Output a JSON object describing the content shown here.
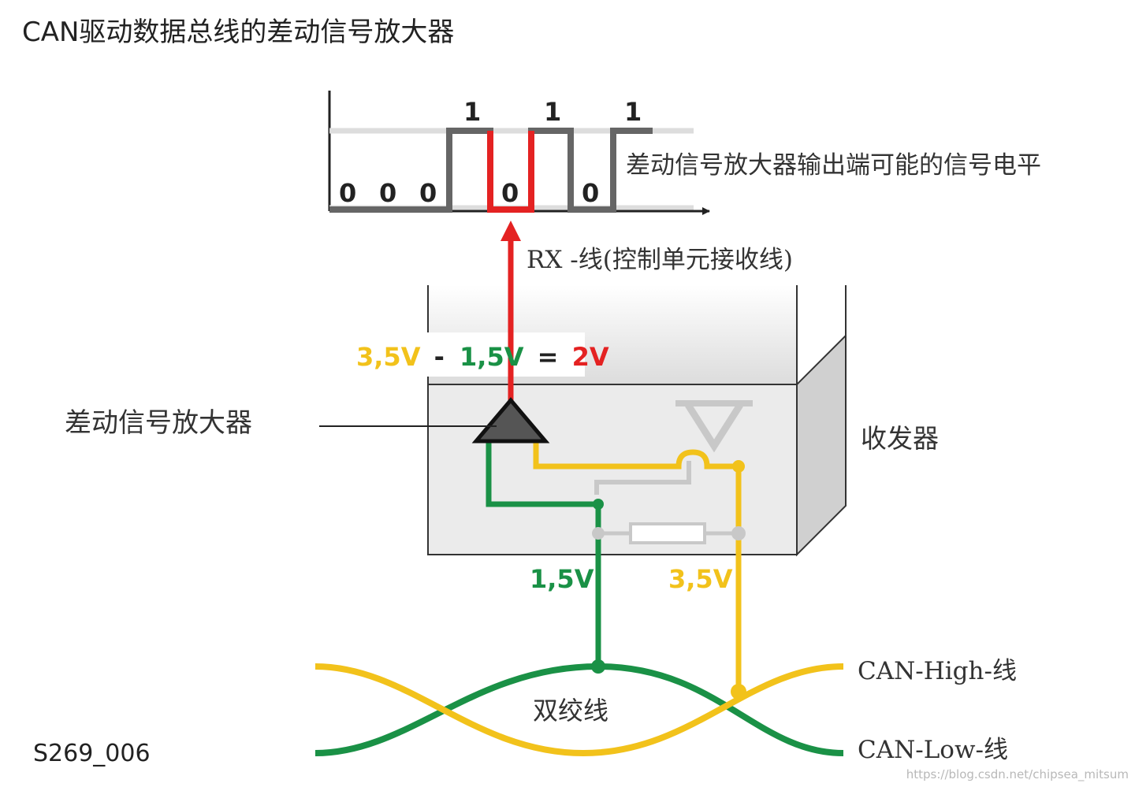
{
  "title": "CAN驱动数据总线的差动信号放大器",
  "signal": {
    "bits_high": [
      "1",
      "1",
      "1"
    ],
    "bits_low": [
      "0",
      "0",
      "0",
      "0",
      "0"
    ],
    "label": "差动信号放大器输出端可能的信号电平",
    "rx_label": "RX -线(控制单元接收线)"
  },
  "equation": {
    "high": "3,5V",
    "minus": "-",
    "low": "1,5V",
    "equals": "=",
    "result": "2V"
  },
  "labels": {
    "amplifier": "差动信号放大器",
    "transceiver": "收发器",
    "voltage_low": "1,5V",
    "voltage_high": "3,5V",
    "twisted_pair": "双绞线",
    "can_high": "CAN-High-线",
    "can_low": "CAN-Low-线",
    "figure_code": "S269_006",
    "watermark": "https://blog.csdn.net/chipsea_mitsum"
  },
  "colors": {
    "can_high": "#f2c21b",
    "can_low": "#1a9146",
    "rx": "#e42222",
    "signal_line": "#666666"
  }
}
